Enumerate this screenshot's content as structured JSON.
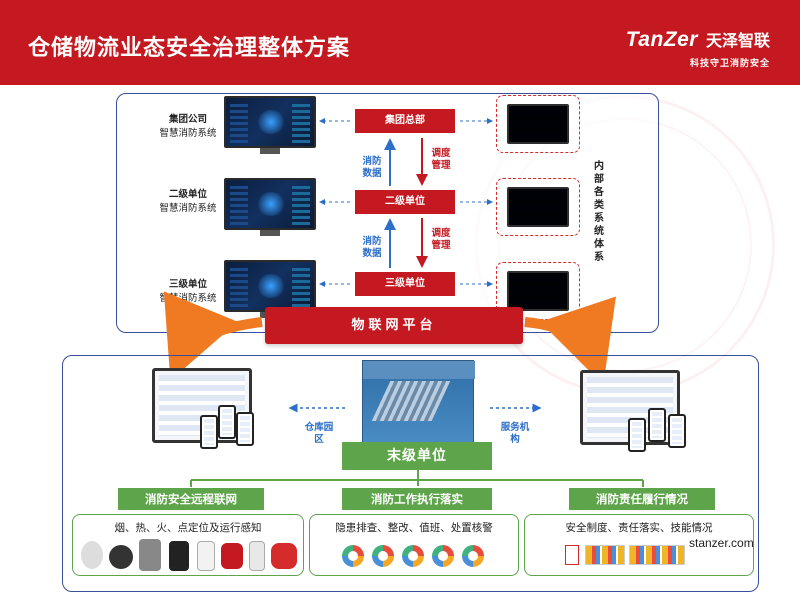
{
  "header": {
    "title": "仓储物流业态安全治理整体方案",
    "brand_en": "TanZer",
    "brand_cn": "天泽智联",
    "slogan": "科技守卫消防安全"
  },
  "levels": [
    {
      "name": "集团公司",
      "system": "智慧消防系统",
      "node": "集团总部"
    },
    {
      "name": "二级单位",
      "system": "智慧消防系统",
      "node": "二级单位"
    },
    {
      "name": "三级单位",
      "system": "智慧消防系统",
      "node": "三级单位"
    }
  ],
  "flows": {
    "up": "消防数据",
    "down": "调度管理"
  },
  "internal_systems": "内部各类系统体系",
  "platform": "物联网平台",
  "terminal_unit": "末级单位",
  "left_side": "仓库园区",
  "right_side": "服务机构",
  "sections": [
    {
      "tab": "消防安全远程联网",
      "desc": "烟、热、火、点定位及运行感知"
    },
    {
      "tab": "消防工作执行落实",
      "desc": "隐患排查、整改、值班、处置核警"
    },
    {
      "tab": "消防责任履行情况",
      "desc": "安全制度、责任落实、技能情况"
    }
  ],
  "website": "stanzer.com",
  "colors": {
    "red": "#c41920",
    "green": "#5ea44a",
    "blue": "#2d6fc7",
    "frame": "#3a4f9b"
  }
}
